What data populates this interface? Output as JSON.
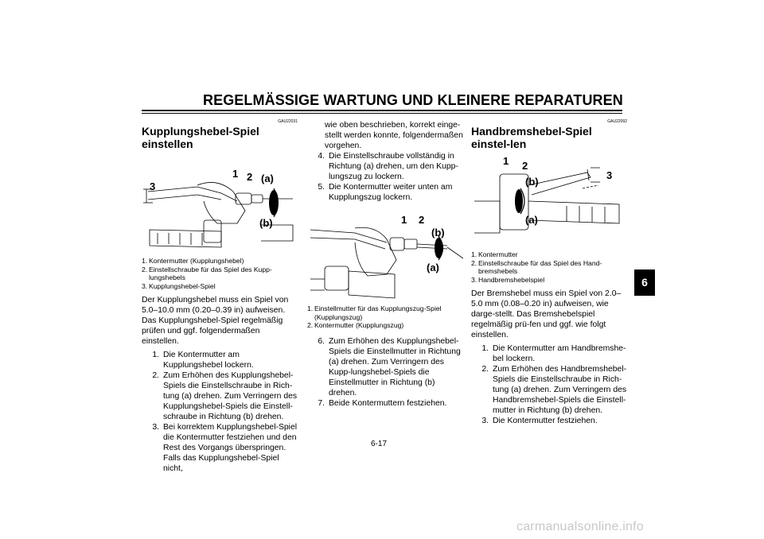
{
  "header": {
    "title": "REGELMÄSSIGE WARTUNG UND KLEINERE REPARATUREN"
  },
  "section_tab": "6",
  "page_number": "6-17",
  "watermark": "carmanualsonline.info",
  "col1": {
    "code": "GAU22031",
    "title": "Kupplungshebel-Spiel einstellen",
    "figure_labels": {
      "one": "1",
      "two": "2",
      "three": "3",
      "a": "(a)",
      "b": "(b)"
    },
    "captions": [
      {
        "n": "1.",
        "text": "Kontermutter (Kupplungshebel)"
      },
      {
        "n": "2.",
        "text": "Einstellschraube für das Spiel des Kupp-lungshebels"
      },
      {
        "n": "3.",
        "text": "Kupplungshebel-Spiel"
      }
    ],
    "body": "Der Kupplungshebel muss ein Spiel von 5.0–10.0 mm (0.20–0.39 in) aufweisen. Das Kupplungshebel-Spiel regelmäßig prüfen und ggf. folgendermaßen einstellen.",
    "steps": [
      {
        "n": "1.",
        "text": "Die Kontermutter am Kupplungshebel lockern."
      },
      {
        "n": "2.",
        "text": "Zum Erhöhen des Kupplungshebel-Spiels die Einstellschraube in Rich-tung (a) drehen. Zum Verringern des Kupplungshebel-Spiels die Einstell-schraube in Richtung (b) drehen."
      },
      {
        "n": "3.",
        "text": "Bei korrektem Kupplungshebel-Spiel die Kontermutter festziehen und den Rest des Vorgangs überspringen. Falls das Kupplungshebel-Spiel nicht,"
      }
    ]
  },
  "col2": {
    "continued": "wie oben beschrieben, korrekt einge-stellt werden konnte, folgendermaßen vorgehen.",
    "steps_a": [
      {
        "n": "4.",
        "text": "Die Einstellschraube vollständig in Richtung (a) drehen, um den Kupp-lungszug zu lockern."
      },
      {
        "n": "5.",
        "text": "Die Kontermutter weiter unten am Kupplungszug lockern."
      }
    ],
    "figure_labels": {
      "one": "1",
      "two": "2",
      "a": "(a)",
      "b": "(b)"
    },
    "captions": [
      {
        "n": "1.",
        "text": "Einstellmutter für das Kupplungszug-Spiel (Kupplungszug)"
      },
      {
        "n": "2.",
        "text": "Kontermutter (Kupplungszug)"
      }
    ],
    "steps_b": [
      {
        "n": "6.",
        "text": "Zum Erhöhen des Kupplungshebel-Spiels die Einstellmutter in Richtung (a) drehen. Zum Verringern des Kupp-lungshebel-Spiels die Einstellmutter in Richtung (b) drehen."
      },
      {
        "n": "7.",
        "text": "Beide Kontermuttern festziehen."
      }
    ]
  },
  "col3": {
    "code": "GAU22092",
    "title": "Handbremshebel-Spiel einstel-len",
    "figure_labels": {
      "one": "1",
      "two": "2",
      "three": "3",
      "a": "(a)",
      "b": "(b)"
    },
    "captions": [
      {
        "n": "1.",
        "text": "Kontermutter"
      },
      {
        "n": "2.",
        "text": "Einstellschraube für das Spiel des Hand-bremshebels"
      },
      {
        "n": "3.",
        "text": "Handbremshebelspiel"
      }
    ],
    "body": "Der Bremshebel muss ein Spiel von 2.0–5.0 mm (0.08–0.20 in) aufweisen, wie darge-stellt. Das Bremshebelspiel regelmäßig prü-fen und ggf. wie folgt einstellen.",
    "steps": [
      {
        "n": "1.",
        "text": "Die Kontermutter am Handbremshe-bel lockern."
      },
      {
        "n": "2.",
        "text": "Zum Erhöhen des Handbremshebel-Spiels die Einstellschraube in Rich-tung (a) drehen. Zum Verringern des Handbremshebel-Spiels die Einstell-mutter in Richtung (b) drehen."
      },
      {
        "n": "3.",
        "text": "Die Kontermutter festziehen."
      }
    ]
  }
}
